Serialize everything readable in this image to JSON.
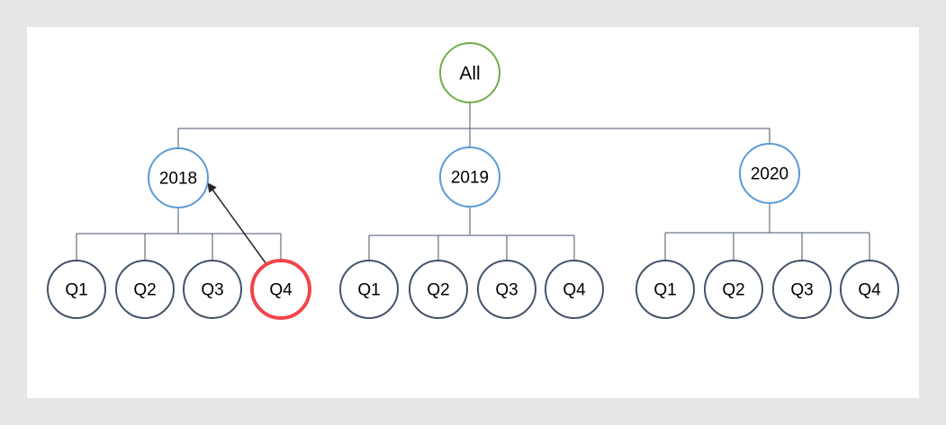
{
  "root": {
    "label": "All",
    "color": "#70ad47"
  },
  "years": [
    {
      "label": "2018",
      "color": "#5b9bd5",
      "quarters": [
        "Q1",
        "Q2",
        "Q3",
        "Q4"
      ]
    },
    {
      "label": "2019",
      "color": "#5b9bd5",
      "quarters": [
        "Q1",
        "Q2",
        "Q3",
        "Q4"
      ]
    },
    {
      "label": "2020",
      "color": "#5b9bd5",
      "quarters": [
        "Q1",
        "Q2",
        "Q3",
        "Q4"
      ]
    }
  ],
  "quarter_color": "#44546a",
  "highlight": {
    "year_index": 0,
    "quarter_index": 3,
    "color": "#f0454a"
  },
  "line_color": "#44546a",
  "arrow_color": "#262626"
}
